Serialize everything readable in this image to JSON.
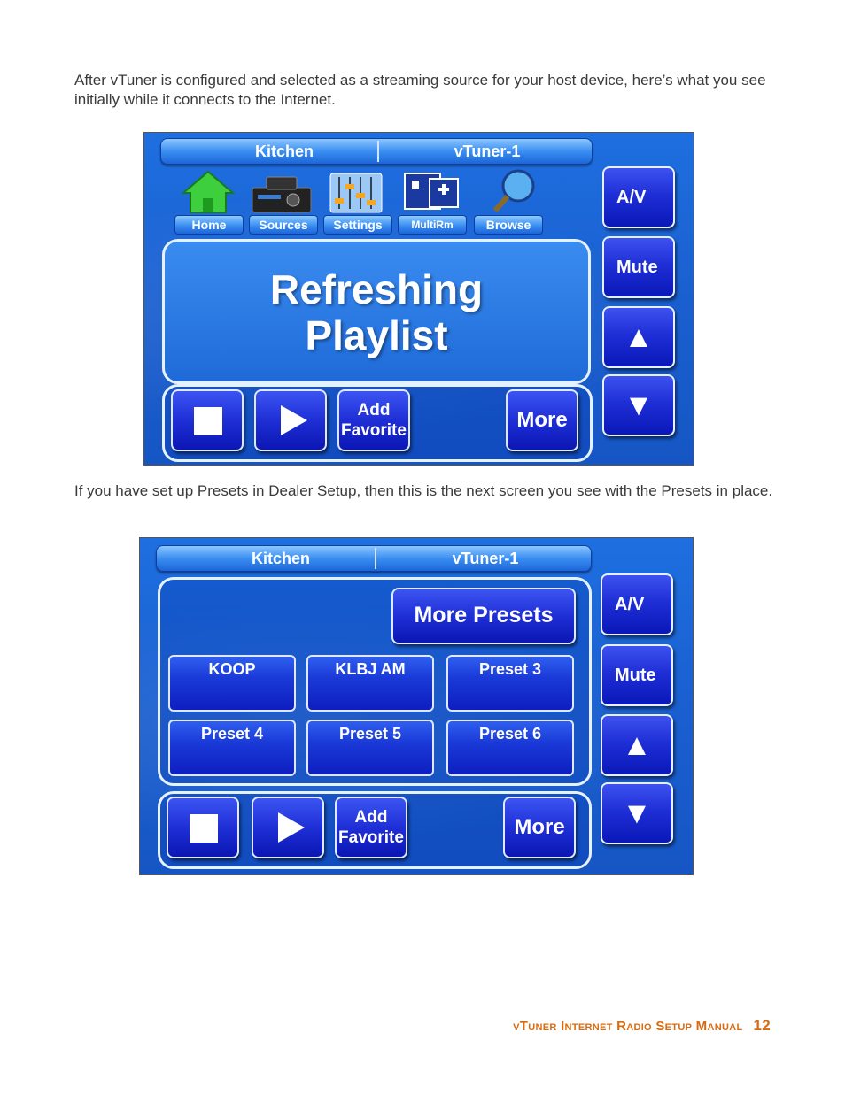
{
  "intro_text": "After vTuner is configured and selected as a streaming source for your host device, here’s what you see initially while it connects to the Internet.",
  "presets_text": "If you have set up Presets in Dealer Setup, then this is the next screen you see with the Presets in place.",
  "screen1": {
    "room": "Kitchen",
    "source": "vTuner-1",
    "nav": [
      "Home",
      "Sources",
      "Settings",
      "MultiRm",
      "Browse"
    ],
    "message_line1": "Refreshing",
    "message_line2": "Playlist",
    "side": {
      "av": "A/V",
      "mute": "Mute",
      "up": "▲",
      "down": "▼"
    },
    "transport": {
      "add1": "Add",
      "add2": "Favorite",
      "more": "More"
    }
  },
  "screen2": {
    "room": "Kitchen",
    "source": "vTuner-1",
    "more_presets": "More Presets",
    "presets": [
      "KOOP",
      "KLBJ AM",
      "Preset 3",
      "Preset 4",
      "Preset 5",
      "Preset 6"
    ],
    "side": {
      "av": "A/V",
      "mute": "Mute",
      "up": "▲",
      "down": "▼"
    },
    "transport": {
      "add1": "Add",
      "add2": "Favorite",
      "more": "More"
    }
  },
  "footer": {
    "title": "vTuner Internet Radio Setup Manual",
    "page": "12"
  }
}
